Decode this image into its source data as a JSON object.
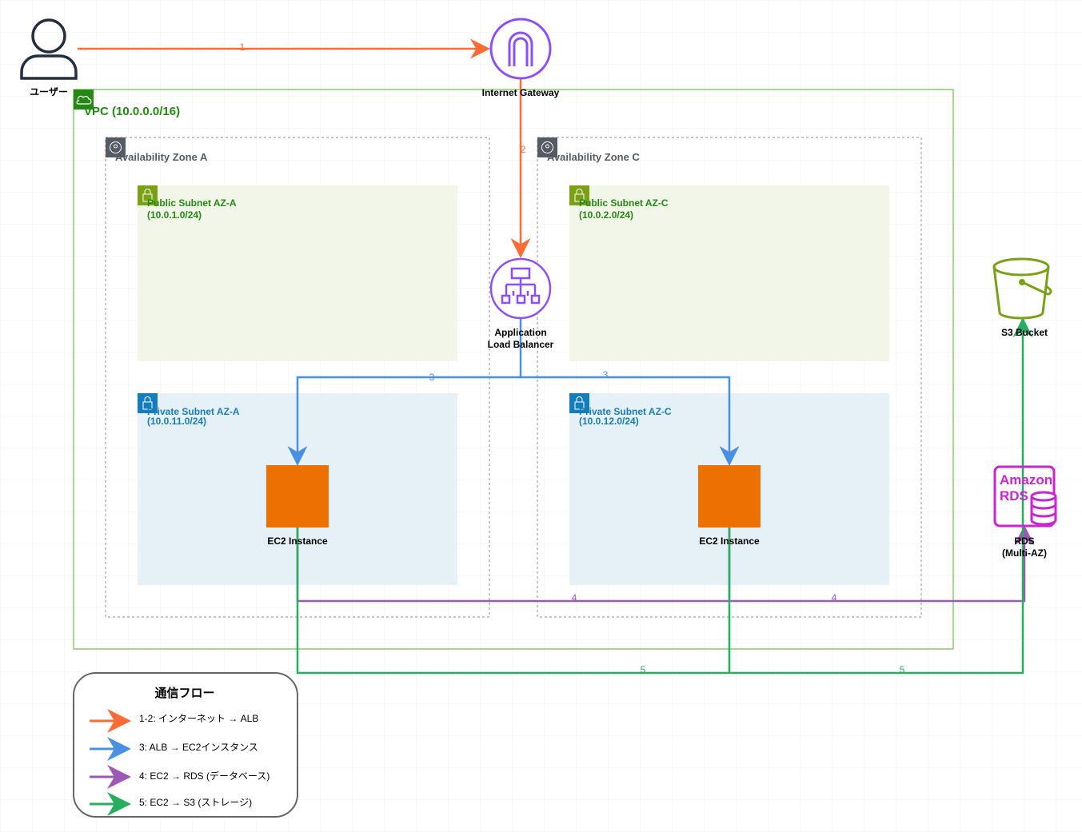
{
  "user": {
    "label": "ユーザー"
  },
  "igw": {
    "label": "Internet Gateway"
  },
  "vpc": {
    "label": "VPC (10.0.0.0/16)"
  },
  "az_a": {
    "label": "Availability Zone A"
  },
  "az_c": {
    "label": "Availability Zone C"
  },
  "public_a": {
    "name": "Public Subnet AZ-A",
    "cidr": "(10.0.1.0/24)"
  },
  "public_c": {
    "name": "Public Subnet AZ-C",
    "cidr": "(10.0.2.0/24)"
  },
  "private_a": {
    "name": "Private Subnet AZ-A",
    "cidr": "(10.0.11.0/24)"
  },
  "private_c": {
    "name": "Private Subnet AZ-C",
    "cidr": "(10.0.12.0/24)"
  },
  "alb": {
    "line1": "Application",
    "line2": "Load Balancer"
  },
  "ec2_a": {
    "label": "EC2 Instance"
  },
  "ec2_c": {
    "label": "EC2 Instance"
  },
  "s3": {
    "label": "S3 Bucket"
  },
  "rds": {
    "line1": "RDS",
    "line2": "(Multi-AZ)",
    "icon_text1": "Amazon",
    "icon_text2": "RDS"
  },
  "edges": {
    "e1": "1",
    "e2": "2",
    "e3a": "3",
    "e3b": "3",
    "e4a": "4",
    "e4b": "4",
    "e5a": "5",
    "e5b": "5"
  },
  "colors": {
    "internet": "#FF6B35",
    "alb_ec2": "#4A90E2",
    "ec2_rds": "#9B59B6",
    "ec2_s3": "#27AE60",
    "vpc": "#248814",
    "network_icon": "#8C4FFF",
    "ec2": "#ED7100",
    "s3": "#7AA116",
    "rds": "#C925D1"
  },
  "legend": {
    "title": "通信フロー",
    "items": [
      {
        "label": "1-2: インターネット → ALB"
      },
      {
        "label": "3: ALB → EC2インスタンス"
      },
      {
        "label": "4: EC2 → RDS (データベース)"
      },
      {
        "label": "5: EC2 → S3 (ストレージ)"
      }
    ]
  }
}
